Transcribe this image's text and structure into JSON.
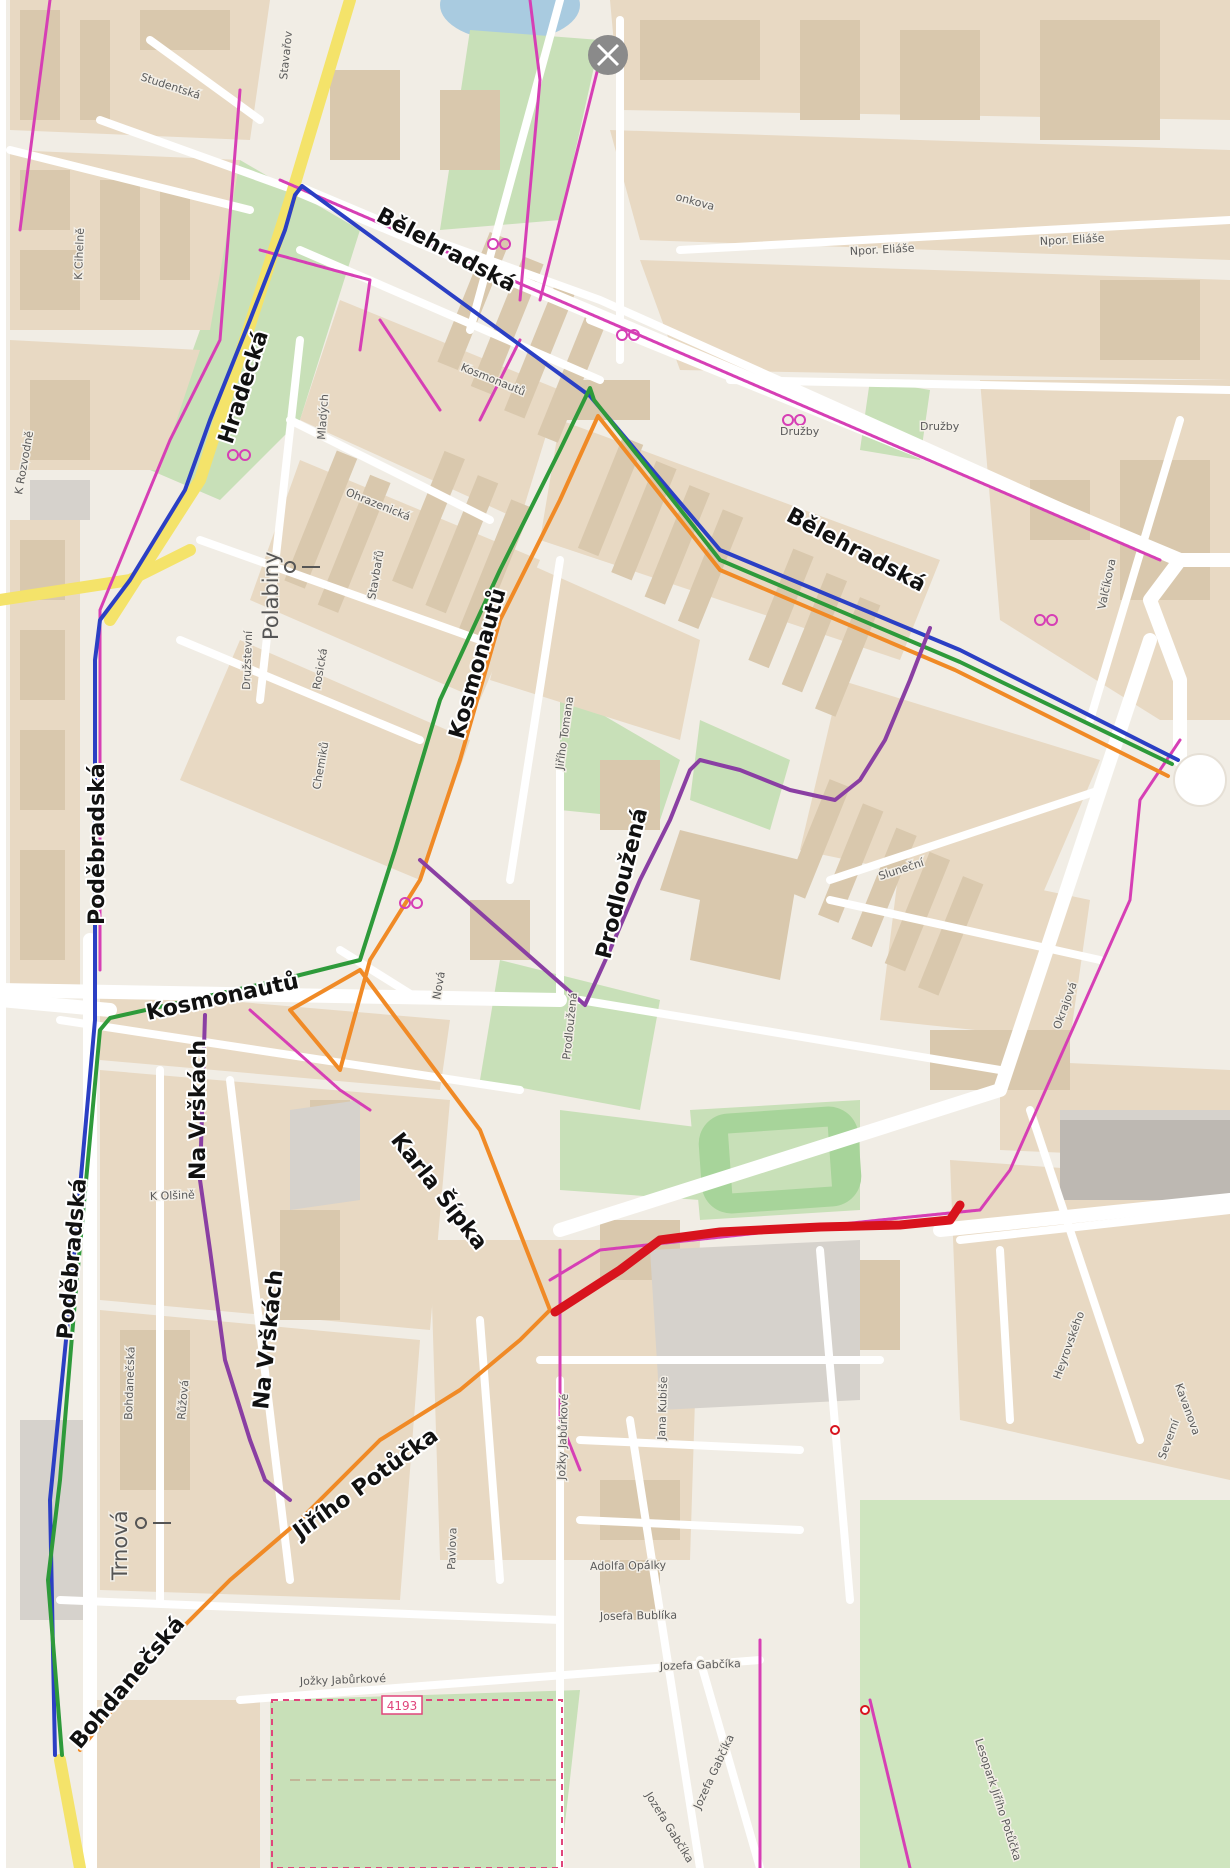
{
  "map": {
    "colors": {
      "background": "#f1ede5",
      "block": "#e8d9c3",
      "building": "#d9c8ad",
      "park": "#c8e0b8",
      "road": "#ffffff",
      "main_road": "#f4e36a",
      "water": "#a9cbe0",
      "cycle_path": "#d63fb5",
      "route_blue": "#2b3fc4",
      "route_green": "#2e9a3a",
      "route_orange": "#f08a26",
      "route_purple": "#8a3fa3",
      "route_red": "#d8131d"
    },
    "routes": [
      {
        "name": "blue",
        "color": "#2b3fc4"
      },
      {
        "name": "green",
        "color": "#2e9a3a"
      },
      {
        "name": "orange",
        "color": "#f08a26"
      },
      {
        "name": "purple",
        "color": "#8a3fa3"
      },
      {
        "name": "red",
        "color": "#d8131d"
      }
    ],
    "bold_labels": {
      "belehradska_top": "Bělehradská",
      "belehradska_right": "Bělehradská",
      "hradecka": "Hradecká",
      "podebradska_upper": "Poděbradská",
      "podebradska_lower": "Poděbradská",
      "kosmonautu_vertical": "Kosmonautů",
      "kosmonautu_horizontal": "Kosmonautů",
      "prodlouzena": "Prodloužená",
      "na_vrskach_upper": "Na Vrškách",
      "na_vrskach_lower": "Na Vrškách",
      "karla_sipka": "Karla Šípka",
      "jiriho_potucka": "Jiřího Potůčka",
      "bohdanecska": "Bohdanečská"
    },
    "small_labels": {
      "kosmonautu_small": "Kosmonautů",
      "druzby_1": "Družby",
      "druzby_2": "Družby",
      "npor_eliase_1": "Npor. Eliáše",
      "npor_eliase_2": "Npor. Eliáše",
      "valcikova": "Valčíkova",
      "mladych": "Mladých",
      "ohrazenicka": "Ohrazenická",
      "stavbaru": "Stavbařů",
      "rosicka": "Rosická",
      "chemiku": "Chemiků",
      "druzstevni": "Družstevní",
      "jiriho_tomana": "Jiřího Tomana",
      "slunecni": "Sluneční",
      "okrajova": "Okrajová",
      "heyrovskeho": "Heyrovského",
      "kavanova": "Kavanova",
      "severni": "Severní",
      "jozky_jaburkove": "Jožky Jabůrkové",
      "jozky_jaburkove_v": "Jožky Jabůrkové",
      "jana_kubise": "Jana Kubiše",
      "jozefa_gabcika_1": "Jozefa Gabčíka",
      "jozefa_gabcika_2": "Jozefa Gabčíka",
      "jozefa_gabcika_3": "Jozefa Gabčíka",
      "jozefa_bublika": "Josefa Bublíka",
      "adolfa_opalky": "Adolfa Opálky",
      "lesopark": "Lesopark Jiřího Potůčka",
      "nova": "Nová",
      "olsinska": "K Olšině",
      "k_cihelne": "K Cihelně",
      "k_rozvodne": "K Rozvodně",
      "pavlova": "Pavlova",
      "ruzova": "Růžová",
      "bohdanecska_small": "Bohdanečská",
      "studentska": "Studentská",
      "stavarov": "Stavařov",
      "onkova": "onkova",
      "prodlouzena_small": "Prodloužená"
    },
    "districts": {
      "polabiny": "Polabiny",
      "trnova": "Trnová"
    },
    "route_number": "4193"
  }
}
